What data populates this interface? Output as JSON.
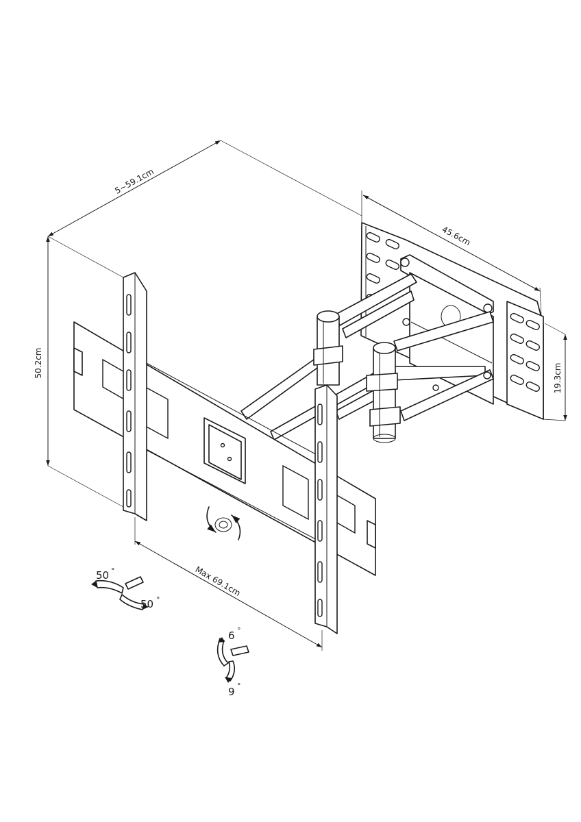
{
  "dimensions": {
    "depth": "5~59.1cm",
    "wall_plate_width": "45.6cm",
    "height": "50.2cm",
    "plate_height": "19.3cm",
    "max_width": "Max 69.1cm"
  },
  "angles": {
    "swivel_left": "50",
    "swivel_right": "50",
    "tilt_up": "6",
    "tilt_down": "9",
    "degree_symbol": "°"
  },
  "colors": {
    "line": "#1a1a1a",
    "background": "#ffffff"
  }
}
